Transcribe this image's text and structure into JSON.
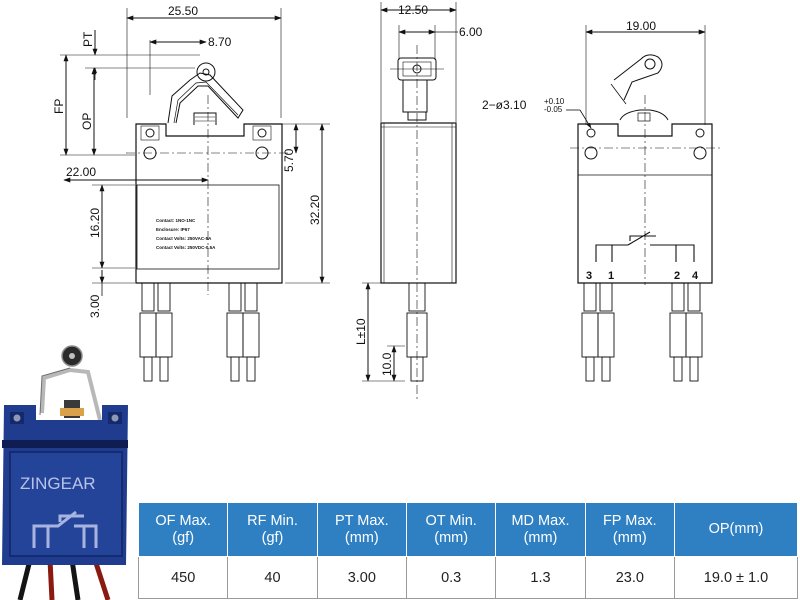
{
  "dimensions": {
    "front_width": "25.50",
    "pt": "PT",
    "lever_offset": "8.70",
    "fp": "FP",
    "op": "OP",
    "body_left": "22.00",
    "label_height": "16.20",
    "pin_height": "3.00",
    "hole_offset": "5.70",
    "total_height": "32.20",
    "side_width": "12.50",
    "roller_width": "6.00",
    "terminal_len": "L±10",
    "terminal_ext": "10.0",
    "rear_width": "19.00",
    "hole_spec_main": "2−ø3.10",
    "hole_tol_upper": "+0.10",
    "hole_tol_lower": "-0.05"
  },
  "label": {
    "line1": "Contact:  1NO-1NC",
    "line2": "Enclosure:  IP67",
    "line3": "Contact  Volts:  250VAC-5A",
    "line4": "Contact  Volts:  250VDC-0.5A"
  },
  "pins": [
    "3",
    "1",
    "2",
    "4"
  ],
  "photo": {
    "brand": "ZINGEAR",
    "colors": {
      "body": "#1f3c8e",
      "dark": "#0f1d52",
      "wire_red": "#8a1a0f",
      "wire_black": "#141414",
      "lever": "#b8b8b8"
    }
  },
  "table": {
    "headers": [
      "OF Max.\n(gf)",
      "RF Min.\n(gf)",
      "PT Max.\n(mm)",
      "OT Min.\n(mm)",
      "MD Max.\n(mm)",
      "FP Max.\n(mm)",
      "OP(mm)"
    ],
    "values": [
      "450",
      "40",
      "3.00",
      "0.3",
      "1.3",
      "23.0",
      "19.0 ± 1.0"
    ],
    "header_color": "#2f80c3"
  }
}
